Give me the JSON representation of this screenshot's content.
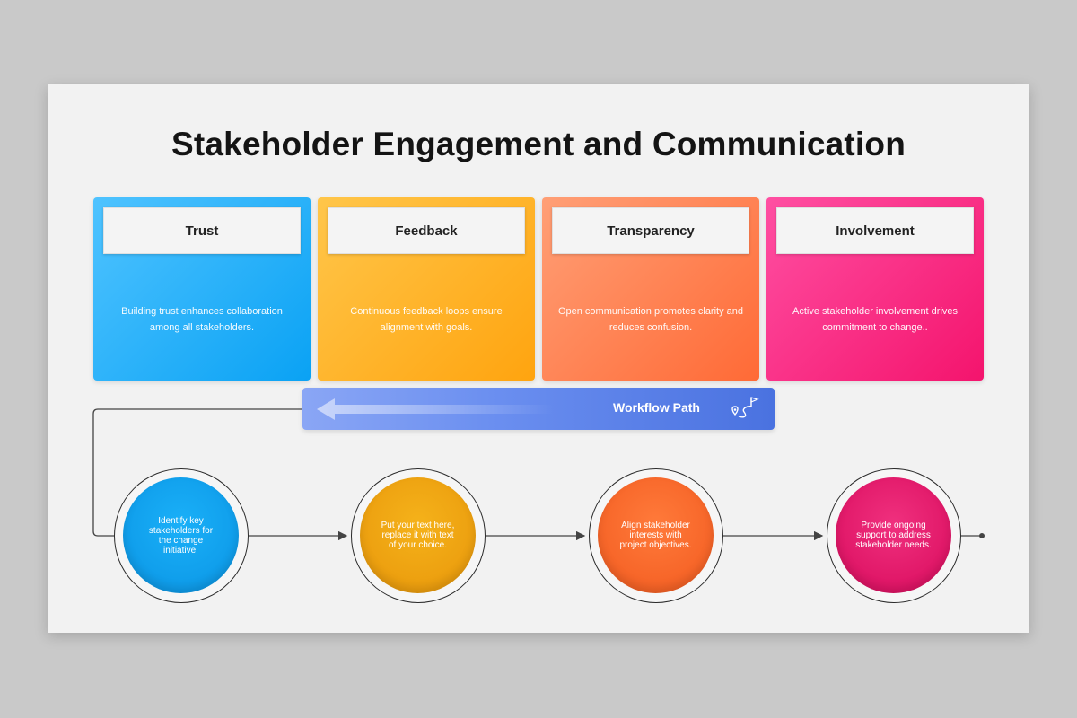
{
  "slide": {
    "title": "Stakeholder Engagement and Communication"
  },
  "cards": [
    {
      "label": "Trust",
      "description": "Building trust enhances collaboration among all stakeholders.",
      "color": "#0aa2f4"
    },
    {
      "label": "Feedback",
      "description": "Continuous feedback loops ensure alignment with goals.",
      "color": "#ffa40f"
    },
    {
      "label": "Transparency",
      "description": "Open communication promotes clarity and reduces confusion.",
      "color": "#ff6a36"
    },
    {
      "label": "Involvement",
      "description": "Active stakeholder involvement drives commitment to change..",
      "color": "#f4146d"
    }
  ],
  "workflow": {
    "label": "Workflow Path",
    "icon": "route-map-icon",
    "color": "#4a72e0"
  },
  "steps": [
    {
      "text": "Identify key stakeholders for the change initiative.",
      "color": "#0a94e4"
    },
    {
      "text": "Put your text here, replace it with text of your choice.",
      "color": "#e8960a"
    },
    {
      "text": "Align stakeholder interests with project objectives.",
      "color": "#f25a1f"
    },
    {
      "text": "Provide ongoing support to address stakeholder needs.",
      "color": "#d80a5c"
    }
  ]
}
